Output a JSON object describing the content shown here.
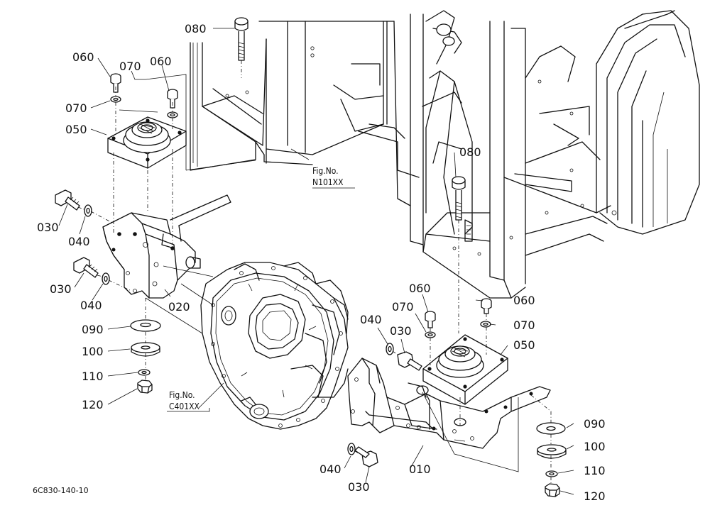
{
  "diagram": {
    "drawing_code": "6C830-140-10",
    "references": [
      {
        "line1": "Fig.No.",
        "line2": "N101XX"
      },
      {
        "line1": "Fig.No.",
        "line2": "C401XX"
      }
    ],
    "part_labels": [
      {
        "id": "080",
        "part": "bolt-upper-left"
      },
      {
        "id": "060",
        "part": "bolt-left"
      },
      {
        "id": "070",
        "part": "washer-left-top"
      },
      {
        "id": "060",
        "part": "bolt-left-2"
      },
      {
        "id": "070",
        "part": "washer-left"
      },
      {
        "id": "050",
        "part": "mount-left"
      },
      {
        "id": "080",
        "part": "bolt-right"
      },
      {
        "id": "030",
        "part": "bolt-bracket-upper"
      },
      {
        "id": "040",
        "part": "washer-bracket-upper"
      },
      {
        "id": "030",
        "part": "bolt-bracket-lower"
      },
      {
        "id": "040",
        "part": "washer-bracket-lower"
      },
      {
        "id": "020",
        "part": "bracket-left"
      },
      {
        "id": "090",
        "part": "cushion-left"
      },
      {
        "id": "100",
        "part": "cushion-left-2"
      },
      {
        "id": "110",
        "part": "washer-left-lower"
      },
      {
        "id": "120",
        "part": "nut-left"
      },
      {
        "id": "060",
        "part": "bolt-right-mount-a"
      },
      {
        "id": "060",
        "part": "bolt-right-mount-b"
      },
      {
        "id": "070",
        "part": "washer-right-a"
      },
      {
        "id": "070",
        "part": "washer-right-b"
      },
      {
        "id": "040",
        "part": "washer-right-bracket"
      },
      {
        "id": "030",
        "part": "bolt-right-bracket"
      },
      {
        "id": "050",
        "part": "mount-right"
      },
      {
        "id": "090",
        "part": "cushion-right"
      },
      {
        "id": "100",
        "part": "cushion-right-2"
      },
      {
        "id": "110",
        "part": "washer-right-lower"
      },
      {
        "id": "120",
        "part": "nut-right"
      },
      {
        "id": "010",
        "part": "bracket-right"
      },
      {
        "id": "040",
        "part": "washer-right-bottom"
      },
      {
        "id": "030",
        "part": "bolt-right-bottom"
      }
    ]
  }
}
